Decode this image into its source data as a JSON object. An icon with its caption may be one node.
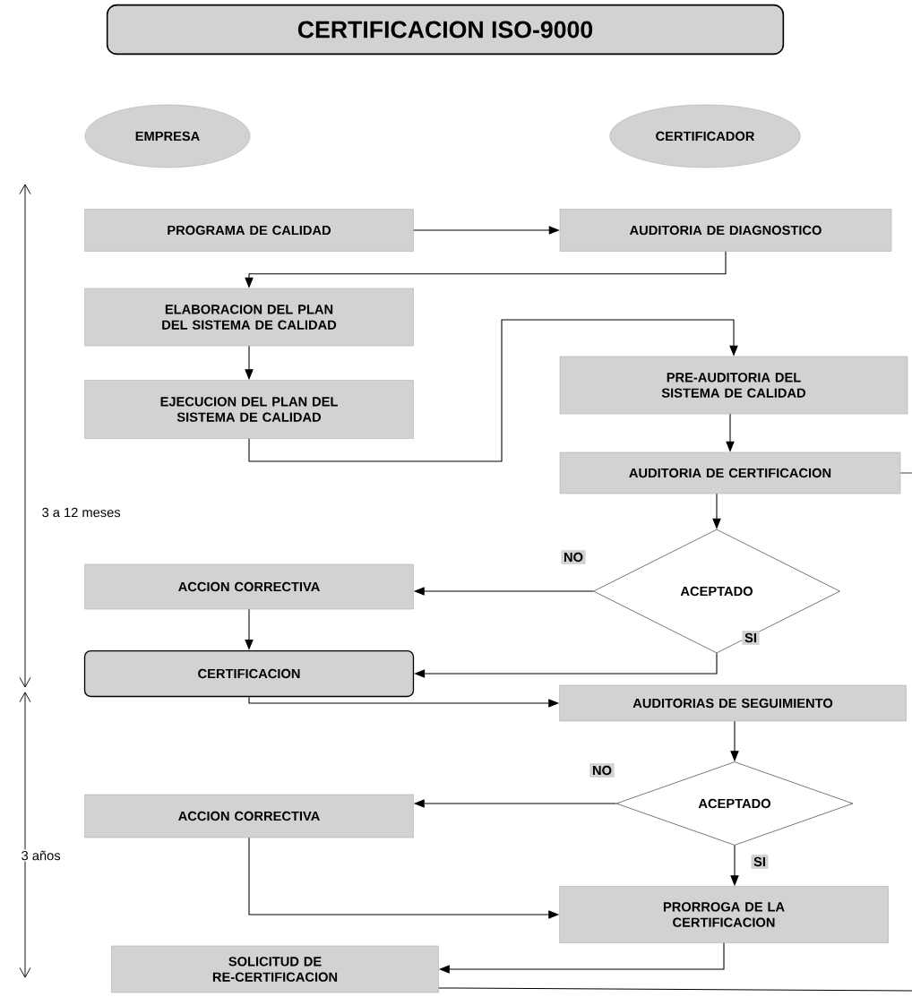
{
  "diagram": {
    "title": "CERTIFICACION  ISO-9000",
    "nodes": [
      {
        "text": [
          "EMPRESA"
        ]
      },
      {
        "text": [
          "CERTIFICADOR"
        ]
      },
      {
        "text": [
          "PROGRAMA DE CALIDAD"
        ]
      },
      {
        "text": [
          "AUDITORIA DE DIAGNOSTICO"
        ]
      },
      {
        "text": [
          "ELABORACION DEL PLAN DEL SISTEMA DE CALIDAD"
        ]
      },
      {
        "text": [
          "EJECUCION DEL PLAN DEL SISTEMA DE CALIDAD"
        ]
      },
      {
        "text": [
          "PRE-AUDITORIA DEL SISTEMA DE CALIDAD"
        ]
      },
      {
        "text": [
          "AUDITORIA DE CERTIFICACION"
        ]
      },
      {
        "text": [
          "ACEPTADO"
        ]
      },
      {
        "text": [
          "ACCION CORRECTIVA"
        ]
      },
      {
        "text": [
          "CERTIFICACION"
        ]
      },
      {
        "text": [
          "AUDITORIAS DE SEGUIMIENTO"
        ]
      },
      {
        "text": [
          "ACEPTADO"
        ]
      },
      {
        "text": [
          "ACCION CORRECTIVA"
        ]
      },
      {
        "text": [
          "PRORROGA DE LA CERTIFICACION"
        ]
      },
      {
        "text": [
          "SOLICITUD DE RE-CERTIFICACION"
        ]
      }
    ],
    "edges": [
      {
        "from": 2,
        "to": 3,
        "arrow": "to"
      },
      {
        "from": 3,
        "to": 4,
        "arrow": "to"
      },
      {
        "from": 4,
        "to": 5,
        "arrow": "to"
      },
      {
        "from": 5,
        "to": 6,
        "arrow": "to"
      },
      {
        "from": 6,
        "to": 7,
        "arrow": "to"
      },
      {
        "from": 7,
        "to": null,
        "arrow": "none"
      },
      {
        "from": 7,
        "to": 8,
        "arrow": "to"
      },
      {
        "from": 8,
        "to": 9,
        "arrow": "to",
        "label": "NO"
      },
      {
        "from": 8,
        "to": 10,
        "arrow": "to",
        "label": "SI"
      },
      {
        "from": 9,
        "to": 10,
        "arrow": "to"
      },
      {
        "from": 10,
        "to": 11,
        "arrow": "to"
      },
      {
        "from": 11,
        "to": 12,
        "arrow": "to"
      },
      {
        "from": 12,
        "to": 13,
        "arrow": "to",
        "label": "NO"
      },
      {
        "from": 12,
        "to": 14,
        "arrow": "to",
        "label": "SI"
      },
      {
        "from": 13,
        "to": 14,
        "arrow": "to"
      },
      {
        "from": 14,
        "to": 15,
        "arrow": "to"
      },
      {
        "from": 15,
        "to": null,
        "arrow": "none"
      }
    ],
    "labels": [
      "3 a 12 meses",
      "3 años"
    ]
  }
}
